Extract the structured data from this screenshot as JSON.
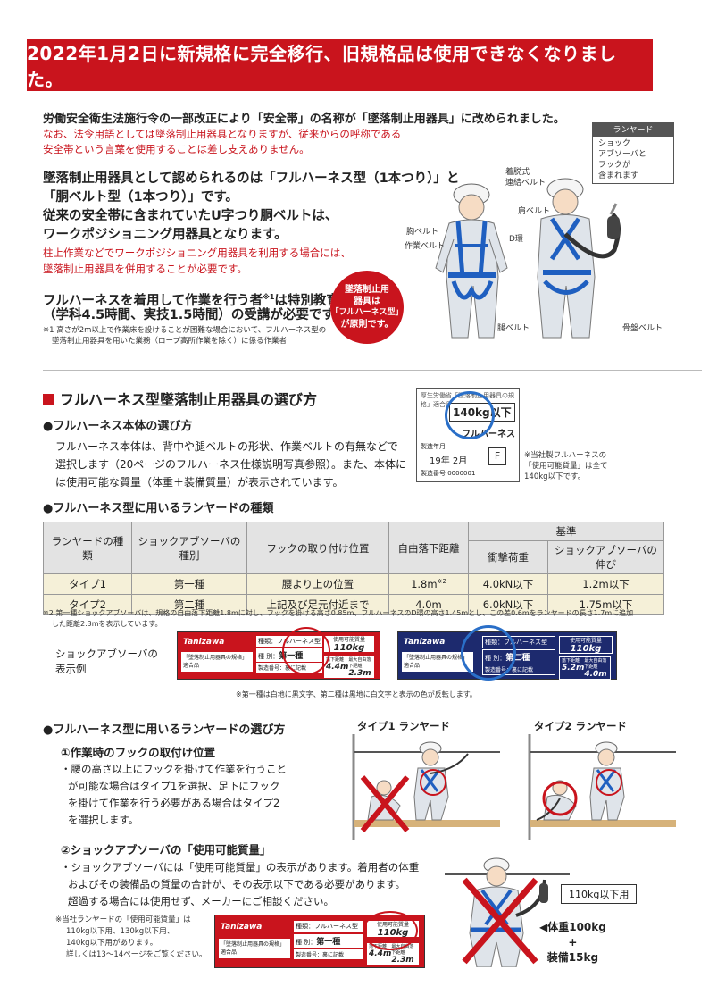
{
  "banner": "2022年1月2日に新規格に完全移行、旧規格品は使用できなくなりました。",
  "intro": {
    "line1": "労働安全衛生法施行令の一部改正により「安全帯」の名称が「墜落制止用器具」に改められました。",
    "note1": "なお、法令用語としては墜落制止用器具となりますが、従来からの呼称である",
    "note2": "安全帯という言葉を使用することは差し支えありません。",
    "p1": "墜落制止用器具として認められるのは「フルハーネス型（1本つり）」と",
    "p2": "「胴ベルト型（1本つり）」です。",
    "p3": "従来の安全帯に含まれていたU字つり胴ベルトは、",
    "p4": "ワークポジショニング用器具となります。",
    "r1": "柱上作業などでワークポジショニング用器具を利用する場合には、",
    "r2": "墜落制止用器具を併用することが必要です。",
    "e1a": "フルハーネスを着用して作業を行う者",
    "e1sup": "※1",
    "e1b": "は特別教育",
    "e2": "（学科4.5時間、実技1.5時間）の受講が必要です。",
    "fn1a": "※1 高さが2m以上で作業床を設けることが困難な場合において、フルハーネス型の",
    "fn1b": "墜落制止用器具を用いた業務（ロープ高所作業を除く）に係る作業者"
  },
  "badge": {
    "l1": "墜落制止用",
    "l2": "器具は",
    "l3": "「フルハーネス型」",
    "l4": "が原則です。"
  },
  "figure_top": {
    "lanyard_box_title": "ランヤード",
    "lanyard_box_l1": "ショック",
    "lanyard_box_l2": "アブソーバと",
    "lanyard_box_l3": "フックが",
    "lanyard_box_l4": "含まれます",
    "detach1": "着脱式",
    "detach2": "連結ベルト",
    "shoulder": "肩ベルト",
    "chest": "胸ベルト",
    "work_belt": "作業ベルト",
    "d_ring": "D環",
    "thigh": "腿ベルト",
    "pelvic": "骨盤ベルト"
  },
  "section": {
    "title": "フルハーネス型墜落制止用器具の選び方",
    "sub1": "●フルハーネス本体の選び方",
    "body1": "フルハーネス本体は、背中や腿ベルトの形状、作業ベルトの有無などで",
    "body2": "選択します（20ページのフルハーネス仕様説明写真参照）。また、本体に",
    "body3": "は使用可能な質量（体重＋装備質量）が表示されています。",
    "label_l1": "厚生労働省「墜落制止用器具の規格」適合品",
    "label_weight": "140kg以下",
    "label_brand": "フルハーネス",
    "label_date_k": "製造年月",
    "label_date": "19年 2月",
    "label_f": "F",
    "label_no": "製造番号 0000001",
    "note_a": "※当社製フルハーネスの",
    "note_b": "「使用可能質量」は全て",
    "note_c": "140kg以下です。",
    "sub2": "●フルハーネス型に用いるランヤードの種類"
  },
  "table": {
    "h_lanyard": "ランヤードの種類",
    "h_sa": "ショックアブソーバの種別",
    "h_hook": "フックの取り付け位置",
    "h_fall": "自由落下距離",
    "h_std": "基準",
    "h_impact": "衝撃荷重",
    "h_ext": "ショックアブソーバの伸び",
    "rows": [
      {
        "type": "タイプ1",
        "sa": "第一種",
        "hook": "腰より上の位置",
        "fall": "1.8m",
        "sup": "※2",
        "impact": "4.0kN以下",
        "ext": "1.2m以下"
      },
      {
        "type": "タイプ2",
        "sa": "第二種",
        "hook": "上記及び足元付近まで",
        "fall": "4.0m",
        "sup": "",
        "impact": "6.0kN以下",
        "ext": "1.75m以下"
      }
    ]
  },
  "fn2a": "※2 第一種ショックアブソーバは、規格の自由落下距離1.8mに対し、フックを掛ける高さ0.85m、フルハーネスのD環の高さ1.45mとし、この差0.6mをランヤードの長さ1.7mに追加",
  "fn2b": "した距離2.3mを表示しています。",
  "sa_example": {
    "label1": "ショックアブソーバの",
    "label2": "表示例",
    "brand": "Tanizawa",
    "kind_k": "種類：",
    "kind": "フルハーネス型",
    "class_k": "種 別：",
    "class1": "第一種",
    "class2": "第二種",
    "std": "「墜落制止用器具の規格」",
    "std2": "適合品",
    "mfg": "製造番号：裏に記載",
    "cap_k": "使用可能質量",
    "cap": "110kg",
    "fall_k": "落下距離",
    "fall1": "4.4m",
    "fall2": "5.2m",
    "max_k": "最大自由落下距離",
    "max1": "2.3m",
    "max2": "4.0m",
    "note": "※第一種は白地に黒文字、第二種は黒地に白文字と表示の色が反転します。"
  },
  "select": {
    "title": "●フルハーネス型に用いるランヤードの選び方",
    "type1": "タイプ1 ランヤード",
    "type2": "タイプ2 ランヤード",
    "s1": "①作業時のフックの取付け位置",
    "s1a": "・腰の高さ以上にフックを掛けて作業を行うこと",
    "s1b": "が可能な場合はタイプ1を選択、足下にフック",
    "s1c": "を掛けて作業を行う必要がある場合はタイプ2",
    "s1d": "を選択します。",
    "s2": "②ショックアブソーバの「使用可能質量」",
    "s2a": "・ショックアブソーバには「使用可能質量」の表示があります。着用者の体重",
    "s2b": "およびその装備品の質量の合計が、その表示以下である必要があります。",
    "s2c": "超過する場合には使用せず、メーカーにご相談ください。",
    "n1": "※当社ランヤードの「使用可能質量」は",
    "n2": "110kg以下用、130kg以下用、",
    "n3": "140kg以下用があります。",
    "n4": "詳しくは13〜14ページをご覧ください。",
    "limit": "110kg以下用",
    "w1": "◀体重100kg",
    "w2": "+",
    "w3": "装備15kg"
  }
}
